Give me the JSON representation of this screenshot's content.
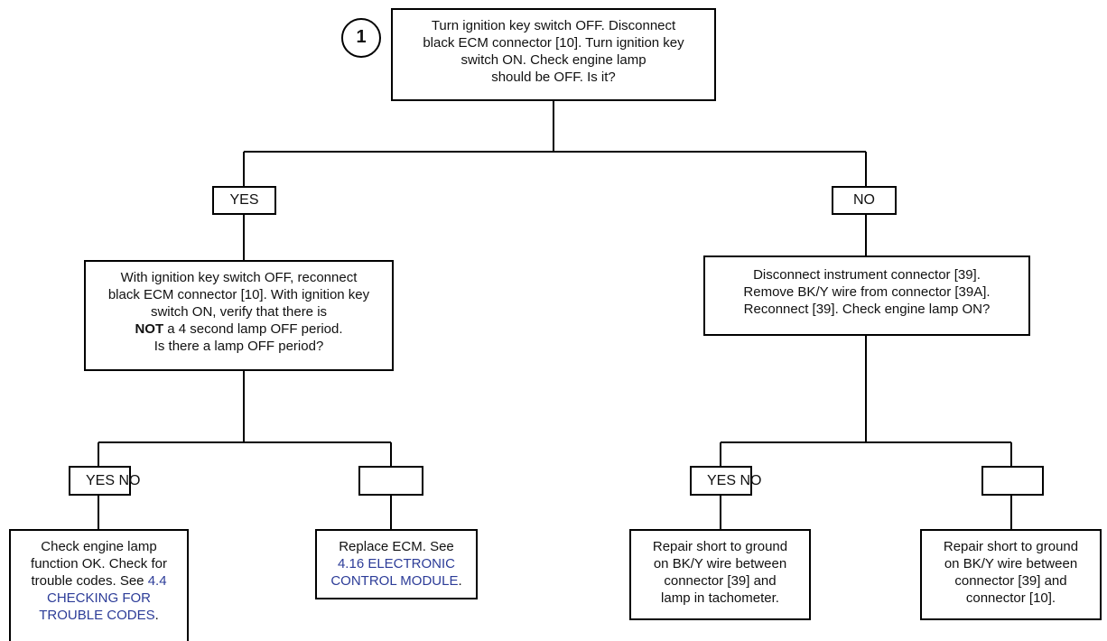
{
  "step_number": "1",
  "nodes": {
    "start": {
      "lines": [
        "Turn ignition key switch OFF. Disconnect",
        "black ECM connector [10]. Turn ignition key",
        "switch ON. Check engine lamp",
        "should be OFF. Is it?"
      ]
    },
    "yes_branch": {
      "line1": "With ignition key switch OFF, reconnect",
      "line2": "black ECM connector [10]. With ignition key",
      "line3": "switch ON, verify that there is",
      "line4_bold": "NOT",
      "line4_rest": " a 4 second lamp OFF period.",
      "line5": "Is there a lamp OFF period?"
    },
    "no_branch": {
      "lines": [
        "Disconnect instrument connector [39].",
        "Remove BK/Y wire from connector [39A].",
        "Reconnect [39]. Check engine lamp ON?"
      ]
    },
    "check_lamp": {
      "line1": "Check engine lamp",
      "line2": "function OK. Check for",
      "line3_text": "trouble codes. See ",
      "line3_link": "4.4",
      "line4_link": "CHECKING FOR",
      "line5_link": "TROUBLE CODES",
      "line5_end": "."
    },
    "replace_ecm": {
      "line1": "Replace ECM. See",
      "line2_link": "4.16 ELECTRONIC",
      "line3_link": "CONTROL MODULE",
      "line3_end": "."
    },
    "repair_tach": {
      "lines": [
        "Repair short to ground",
        "on BK/Y wire between",
        "connector [39] and",
        "lamp in tachometer."
      ]
    },
    "repair_conn": {
      "lines": [
        "Repair short to ground",
        "on BK/Y wire between",
        "connector [39] and",
        "connector [10]."
      ]
    }
  },
  "labels": {
    "yes_top": "YES",
    "no_top": "NO",
    "left_split": "YES NO",
    "right_split": "YES NO"
  }
}
